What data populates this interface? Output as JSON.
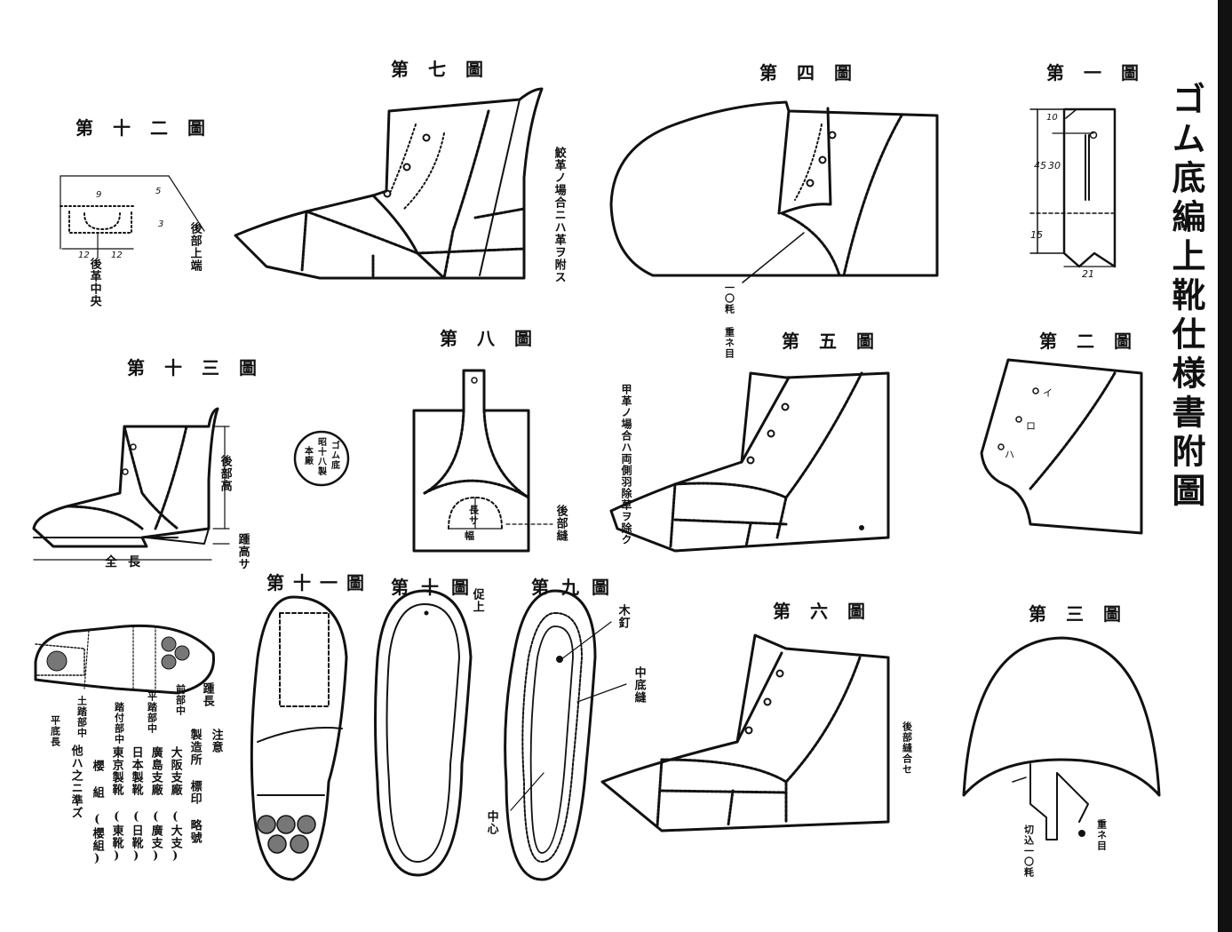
{
  "title": "ゴム底編上靴仕様書附圖",
  "figures": {
    "f1": "第一圖",
    "f2": "第二圖",
    "f3": "第三圖",
    "f4": "第四圖",
    "f5": "第五圖",
    "f6": "第六圖",
    "f7": "第七圖",
    "f8": "第八圖",
    "f9": "第九圖",
    "f10": "第十圖",
    "f11": "第十一圖",
    "f12": "第十二圖",
    "f13": "第十三圖"
  },
  "annotations": {
    "f7_note": "鮫革ノ場合ニハ革ヲ附ス",
    "f4_note": "一〇粍 重ネ目",
    "f5_note": "甲革ノ場合ハ両側羽除草ヲ除ク",
    "f8_right": "後部縫",
    "f8_length": "長サ",
    "f8_width": "幅",
    "f12_right": "後部上端",
    "f12_bottom": "後革中央",
    "f13_height": "後部高",
    "f13_heel": "踵高サ",
    "f13_total": "全長",
    "f10_top": "促上",
    "f9_nail": "木釘",
    "f9_stitch": "中底縫",
    "f9_center": "中心",
    "f6_note": "後部縫合セ",
    "f3_note1": "重ネ目",
    "f3_note2": "切込一〇粍",
    "sole_labels": [
      "平底長",
      "土踏部中",
      "踏付部中",
      "平踏部中",
      "前部中",
      "踵長"
    ],
    "f12_dims": [
      "9",
      "12",
      "12",
      "5",
      "3"
    ],
    "f1_dims": [
      "10",
      "45",
      "30",
      "15",
      "21"
    ],
    "f2_marks": [
      "イ",
      "ロ",
      "ハ"
    ]
  },
  "stamp": {
    "col1": "ゴム底",
    "col2": "昭十八製",
    "col3": "本廠"
  },
  "notes": {
    "col1": "注意",
    "col2": "製造所 標印 略號",
    "col3": "大阪支廠 (大支)",
    "col4": "廣島支廠 (廣支)",
    "col5": "日本製靴 (日靴)",
    "col6": "東京製靴 (東靴)",
    "col7": "櫻 組 (櫻組)",
    "col8": "他ハ之ニ準ズ"
  }
}
